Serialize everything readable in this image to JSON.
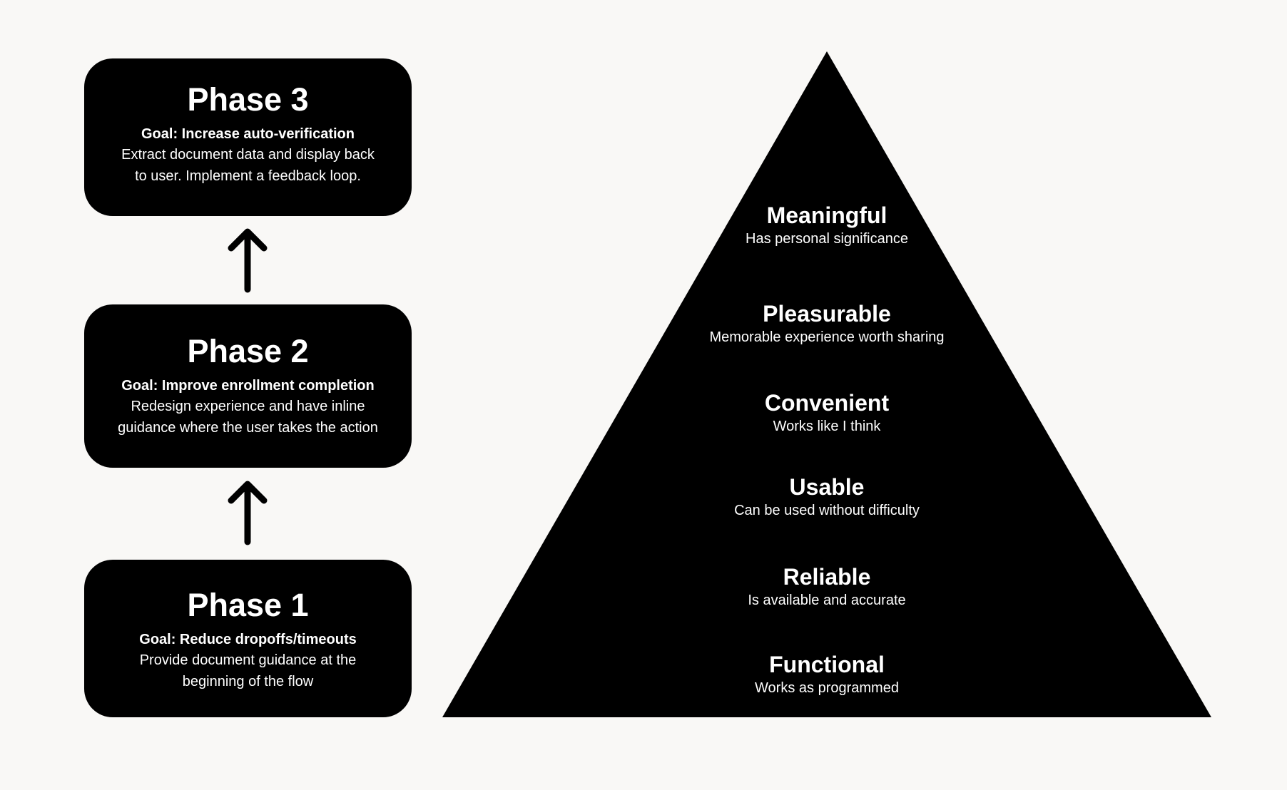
{
  "phases": [
    {
      "id": "phase3",
      "title": "Phase 3",
      "goal": "Goal: Increase auto-verification",
      "desc_lines": [
        "Extract document data and display back",
        "to user. Implement a feedback loop."
      ]
    },
    {
      "id": "phase2",
      "title": "Phase 2",
      "goal": "Goal: Improve enrollment completion",
      "desc_lines": [
        "Redesign experience and have inline",
        "guidance where the user takes the action"
      ]
    },
    {
      "id": "phase1",
      "title": "Phase 1",
      "goal": "Goal: Reduce dropoffs/timeouts",
      "desc_lines": [
        "Provide document guidance at the",
        "beginning of the flow"
      ]
    }
  ],
  "pyramid": {
    "levels": [
      {
        "name": "Meaningful",
        "desc": "Has personal significance"
      },
      {
        "name": "Pleasurable",
        "desc": "Memorable experience worth sharing"
      },
      {
        "name": "Convenient",
        "desc": "Works like I think"
      },
      {
        "name": "Usable",
        "desc": "Can be used without difficulty"
      },
      {
        "name": "Reliable",
        "desc": "Is available and accurate"
      },
      {
        "name": "Functional",
        "desc": "Works as programmed"
      }
    ]
  },
  "colors": {
    "background": "#f9f8f6",
    "shape_fill": "#000000",
    "text_on_shape": "#ffffff"
  },
  "icons": {
    "connector": "arrow-up-icon"
  }
}
